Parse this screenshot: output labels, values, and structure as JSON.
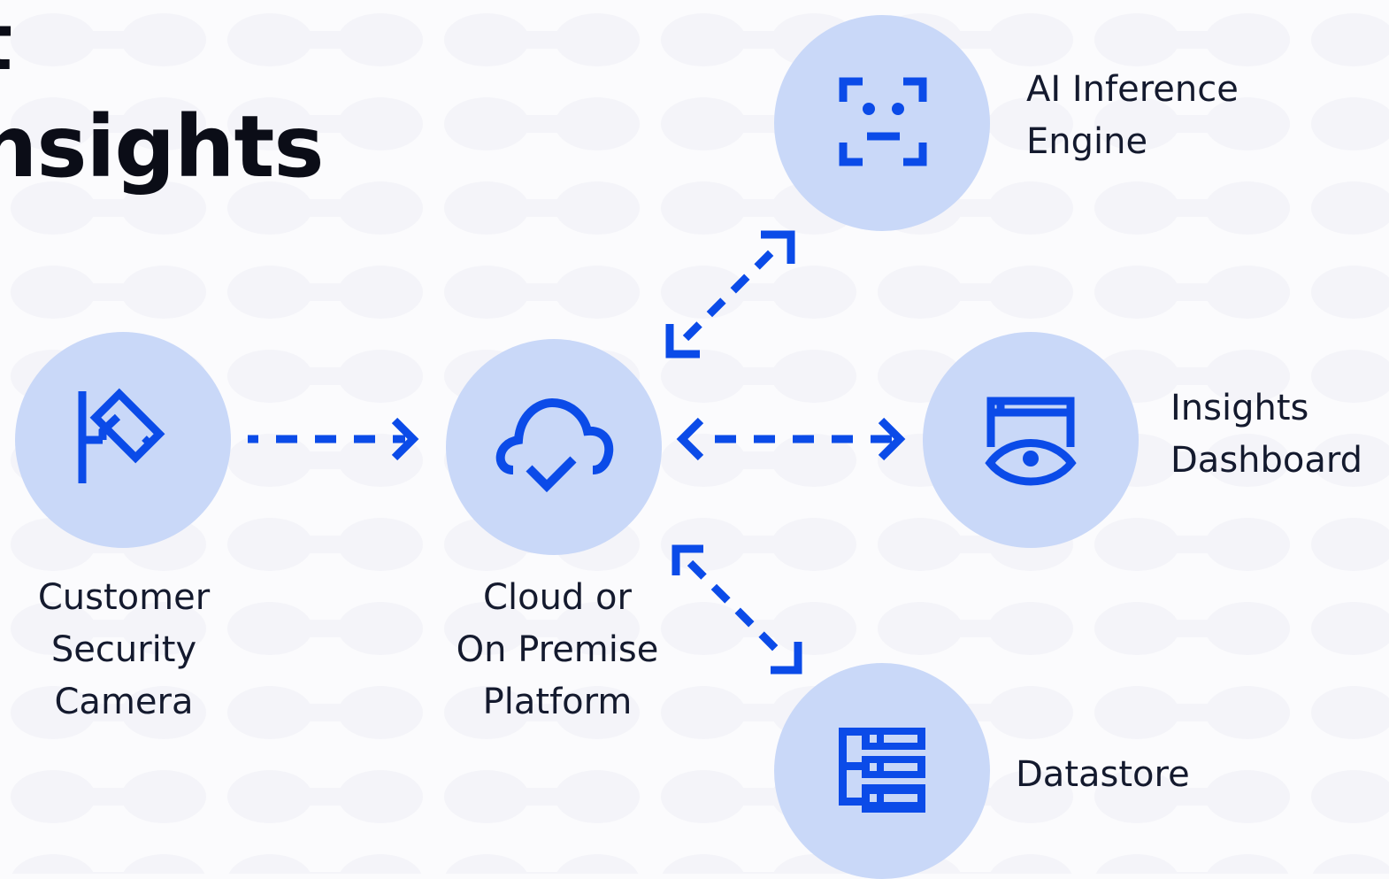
{
  "title": {
    "line1": "t",
    "line2": "nsights"
  },
  "colors": {
    "accent": "#0b4be8",
    "node_fill": "#c9d8f8",
    "text": "#141a2e",
    "background": "#fbfbfd"
  },
  "nodes": {
    "camera": {
      "label_lines": [
        "Customer",
        "Security",
        "Camera"
      ],
      "icon": "security-camera-icon"
    },
    "platform": {
      "label_lines": [
        "Cloud or",
        "On Premise",
        "Platform"
      ],
      "icon": "cloud-check-icon"
    },
    "ai": {
      "label_lines": [
        "AI Inference",
        "Engine"
      ],
      "icon": "robot-face-icon"
    },
    "dashboard": {
      "label_lines": [
        "Insights",
        "Dashboard"
      ],
      "icon": "dashboard-eye-icon"
    },
    "datastore": {
      "label_lines": [
        "Datastore"
      ],
      "icon": "datastore-tree-icon"
    }
  },
  "edges": [
    {
      "from": "camera",
      "to": "platform",
      "direction": "one-way"
    },
    {
      "from": "platform",
      "to": "ai",
      "direction": "two-way"
    },
    {
      "from": "platform",
      "to": "dashboard",
      "direction": "two-way"
    },
    {
      "from": "platform",
      "to": "datastore",
      "direction": "two-way"
    }
  ]
}
